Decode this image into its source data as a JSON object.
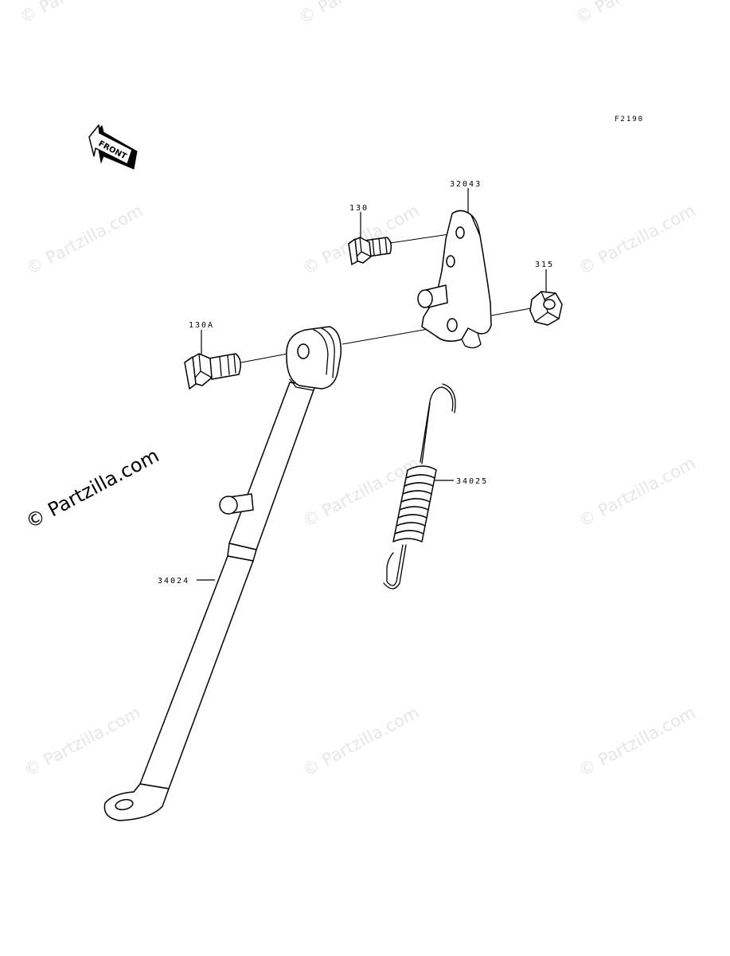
{
  "figure_code": "F2190",
  "direction_marker": {
    "label": "FRONT",
    "icon": "front-arrow-icon"
  },
  "watermark": {
    "text": "© Partzilla.com",
    "color": "#e6e6e6",
    "prominent_color": "#000000"
  },
  "parts": [
    {
      "number": "32043",
      "name": "bracket"
    },
    {
      "number": "130",
      "name": "bolt"
    },
    {
      "number": "315",
      "name": "nut"
    },
    {
      "number": "130A",
      "name": "bolt"
    },
    {
      "number": "34025",
      "name": "spring"
    },
    {
      "number": "34024",
      "name": "side-stand"
    }
  ]
}
